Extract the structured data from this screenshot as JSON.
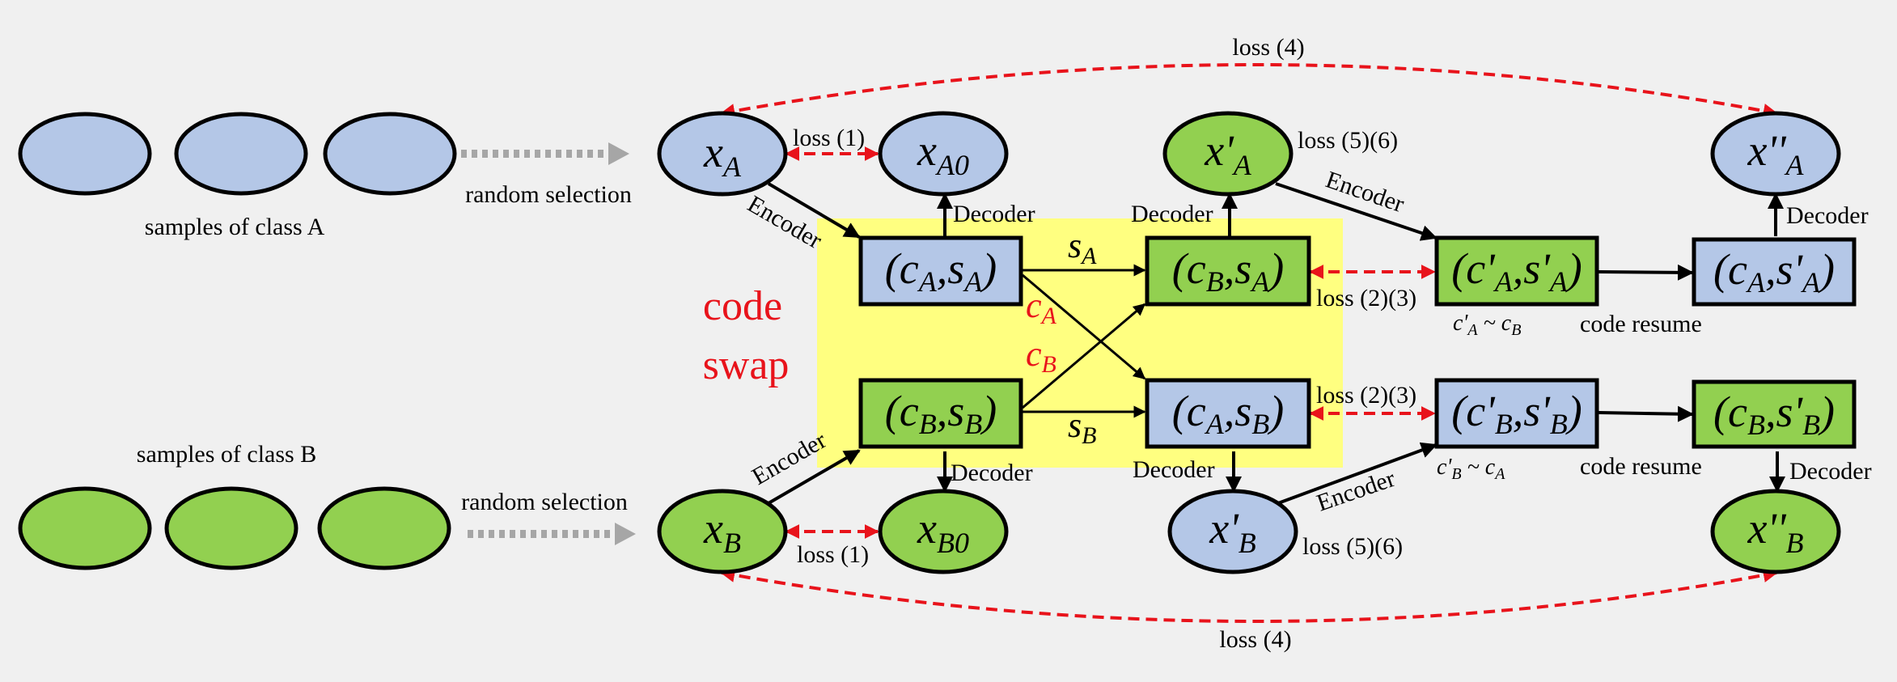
{
  "colors": {
    "blue": "#b4c7e7",
    "green": "#92d050",
    "yellow": "#ffff80",
    "red": "#e8131b",
    "gray_arrow": "#a6a6a6",
    "background": "#f0f0f0"
  },
  "left": {
    "class_a_caption": "samples of class A",
    "class_b_caption": "samples of class B",
    "random_selection_a": "random selection",
    "random_selection_b": "random selection"
  },
  "code_swap": {
    "line1": "code",
    "line2": "swap"
  },
  "nodes": {
    "xA": {
      "base": "x",
      "sub": "A"
    },
    "xB": {
      "base": "x",
      "sub": "B"
    },
    "xA0": {
      "base": "x",
      "sub": "A0"
    },
    "xB0": {
      "base": "x",
      "sub": "B0"
    },
    "xpA": {
      "base": "x'",
      "sub": "A"
    },
    "xpB": {
      "base": "x'",
      "sub": "B"
    },
    "xppA": {
      "base": "x''",
      "sub": "A"
    },
    "xppB": {
      "base": "x''",
      "sub": "B"
    }
  },
  "codes": {
    "cAsA": {
      "c": "c",
      "cs": "A",
      "s": "s",
      "ss": "A"
    },
    "cBsB": {
      "c": "c",
      "cs": "B",
      "s": "s",
      "ss": "B"
    },
    "cBsA": {
      "c": "c",
      "cs": "B",
      "s": "s",
      "ss": "A"
    },
    "cAsB": {
      "c": "c",
      "cs": "A",
      "s": "s",
      "ss": "B"
    },
    "cpAspA": {
      "c": "c'",
      "cs": "A",
      "s": "s'",
      "ss": "A"
    },
    "cpBspB": {
      "c": "c'",
      "cs": "B",
      "s": "s'",
      "ss": "B"
    },
    "cAspA": {
      "c": "c",
      "cs": "A",
      "s": "s'",
      "ss": "A"
    },
    "cBspB": {
      "c": "c",
      "cs": "B",
      "s": "s'",
      "ss": "B"
    }
  },
  "edge_labels": {
    "encoder": "Encoder",
    "decoder": "Decoder",
    "code_resume": "code resume",
    "loss1": "loss (1)",
    "loss23": "loss (2)(3)",
    "loss4": "loss (4)",
    "loss56": "loss (5)(6)"
  },
  "swap_labels": {
    "sA": {
      "base": "s",
      "sub": "A"
    },
    "sB": {
      "base": "s",
      "sub": "B"
    },
    "cA": {
      "base": "c",
      "sub": "A"
    },
    "cB": {
      "base": "c",
      "sub": "B"
    }
  },
  "relations": {
    "top": {
      "lhs": "c'",
      "lhs_sub": "A",
      "sim": " ~ ",
      "rhs": "c",
      "rhs_sub": "B"
    },
    "bottom": {
      "lhs": "c'",
      "lhs_sub": "B",
      "sim": " ~ ",
      "rhs": "c",
      "rhs_sub": "A"
    }
  }
}
